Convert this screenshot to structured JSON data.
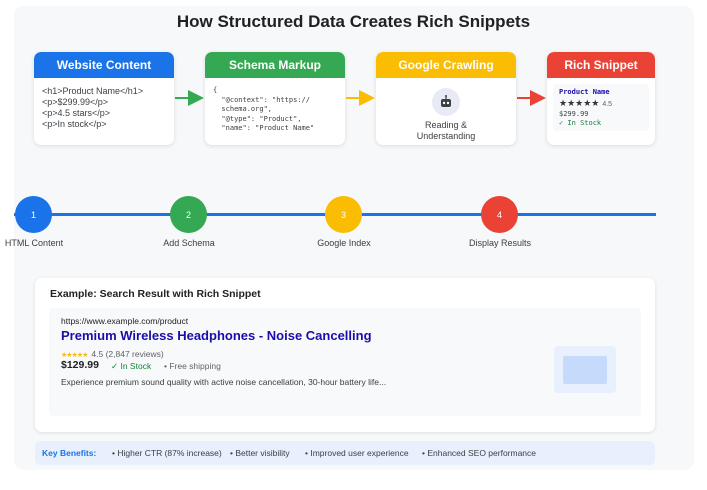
{
  "title": "How Structured Data Creates Rich Snippets",
  "colors": {
    "blue": "#1a73e8",
    "green": "#34a853",
    "yellow": "#fbbc04",
    "red": "#ea4335"
  },
  "cards": {
    "website": {
      "header": "Website Content",
      "lines": [
        "<h1>Product Name</h1>",
        "<p>$299.99</p>",
        "<p>4.5 stars</p>",
        "<p>In stock</p>"
      ]
    },
    "schema": {
      "header": "Schema Markup",
      "lines": [
        "{",
        "  \"@context\": \"https://",
        "  schema.org\",",
        "  \"@type\": \"Product\",",
        "  \"name\": \"Product Name\""
      ]
    },
    "crawling": {
      "header": "Google Crawling",
      "icon": "robot-icon",
      "label_line1": "Reading &",
      "label_line2": "Understanding"
    },
    "snippet": {
      "header": "Rich Snippet",
      "product": "Product Name",
      "stars": "★★★★★",
      "rating": "4.5",
      "price": "$299.99",
      "stock": "✓ In Stock"
    }
  },
  "steps": [
    {
      "number": "1",
      "label": "HTML Content"
    },
    {
      "number": "2",
      "label": "Add Schema"
    },
    {
      "number": "3",
      "label": "Google Index"
    },
    {
      "number": "4",
      "label": "Display Results"
    }
  ],
  "example": {
    "title": "Example: Search Result with Rich Snippet",
    "url": "https://www.example.com/product",
    "result_title": "Premium Wireless Headphones - Noise Cancelling",
    "stars": "★★★★★",
    "rating_text": "4.5 (2,847 reviews)",
    "price": "$129.99",
    "stock": "✓ In Stock",
    "shipping": "• Free shipping",
    "description": "Experience premium sound quality with active noise cancellation, 30-hour battery life..."
  },
  "benefits": {
    "label": "Key Benefits:",
    "items": [
      "• Higher CTR (87% increase)",
      "• Better visibility",
      "• Improved user experience",
      "• Enhanced SEO performance"
    ]
  }
}
